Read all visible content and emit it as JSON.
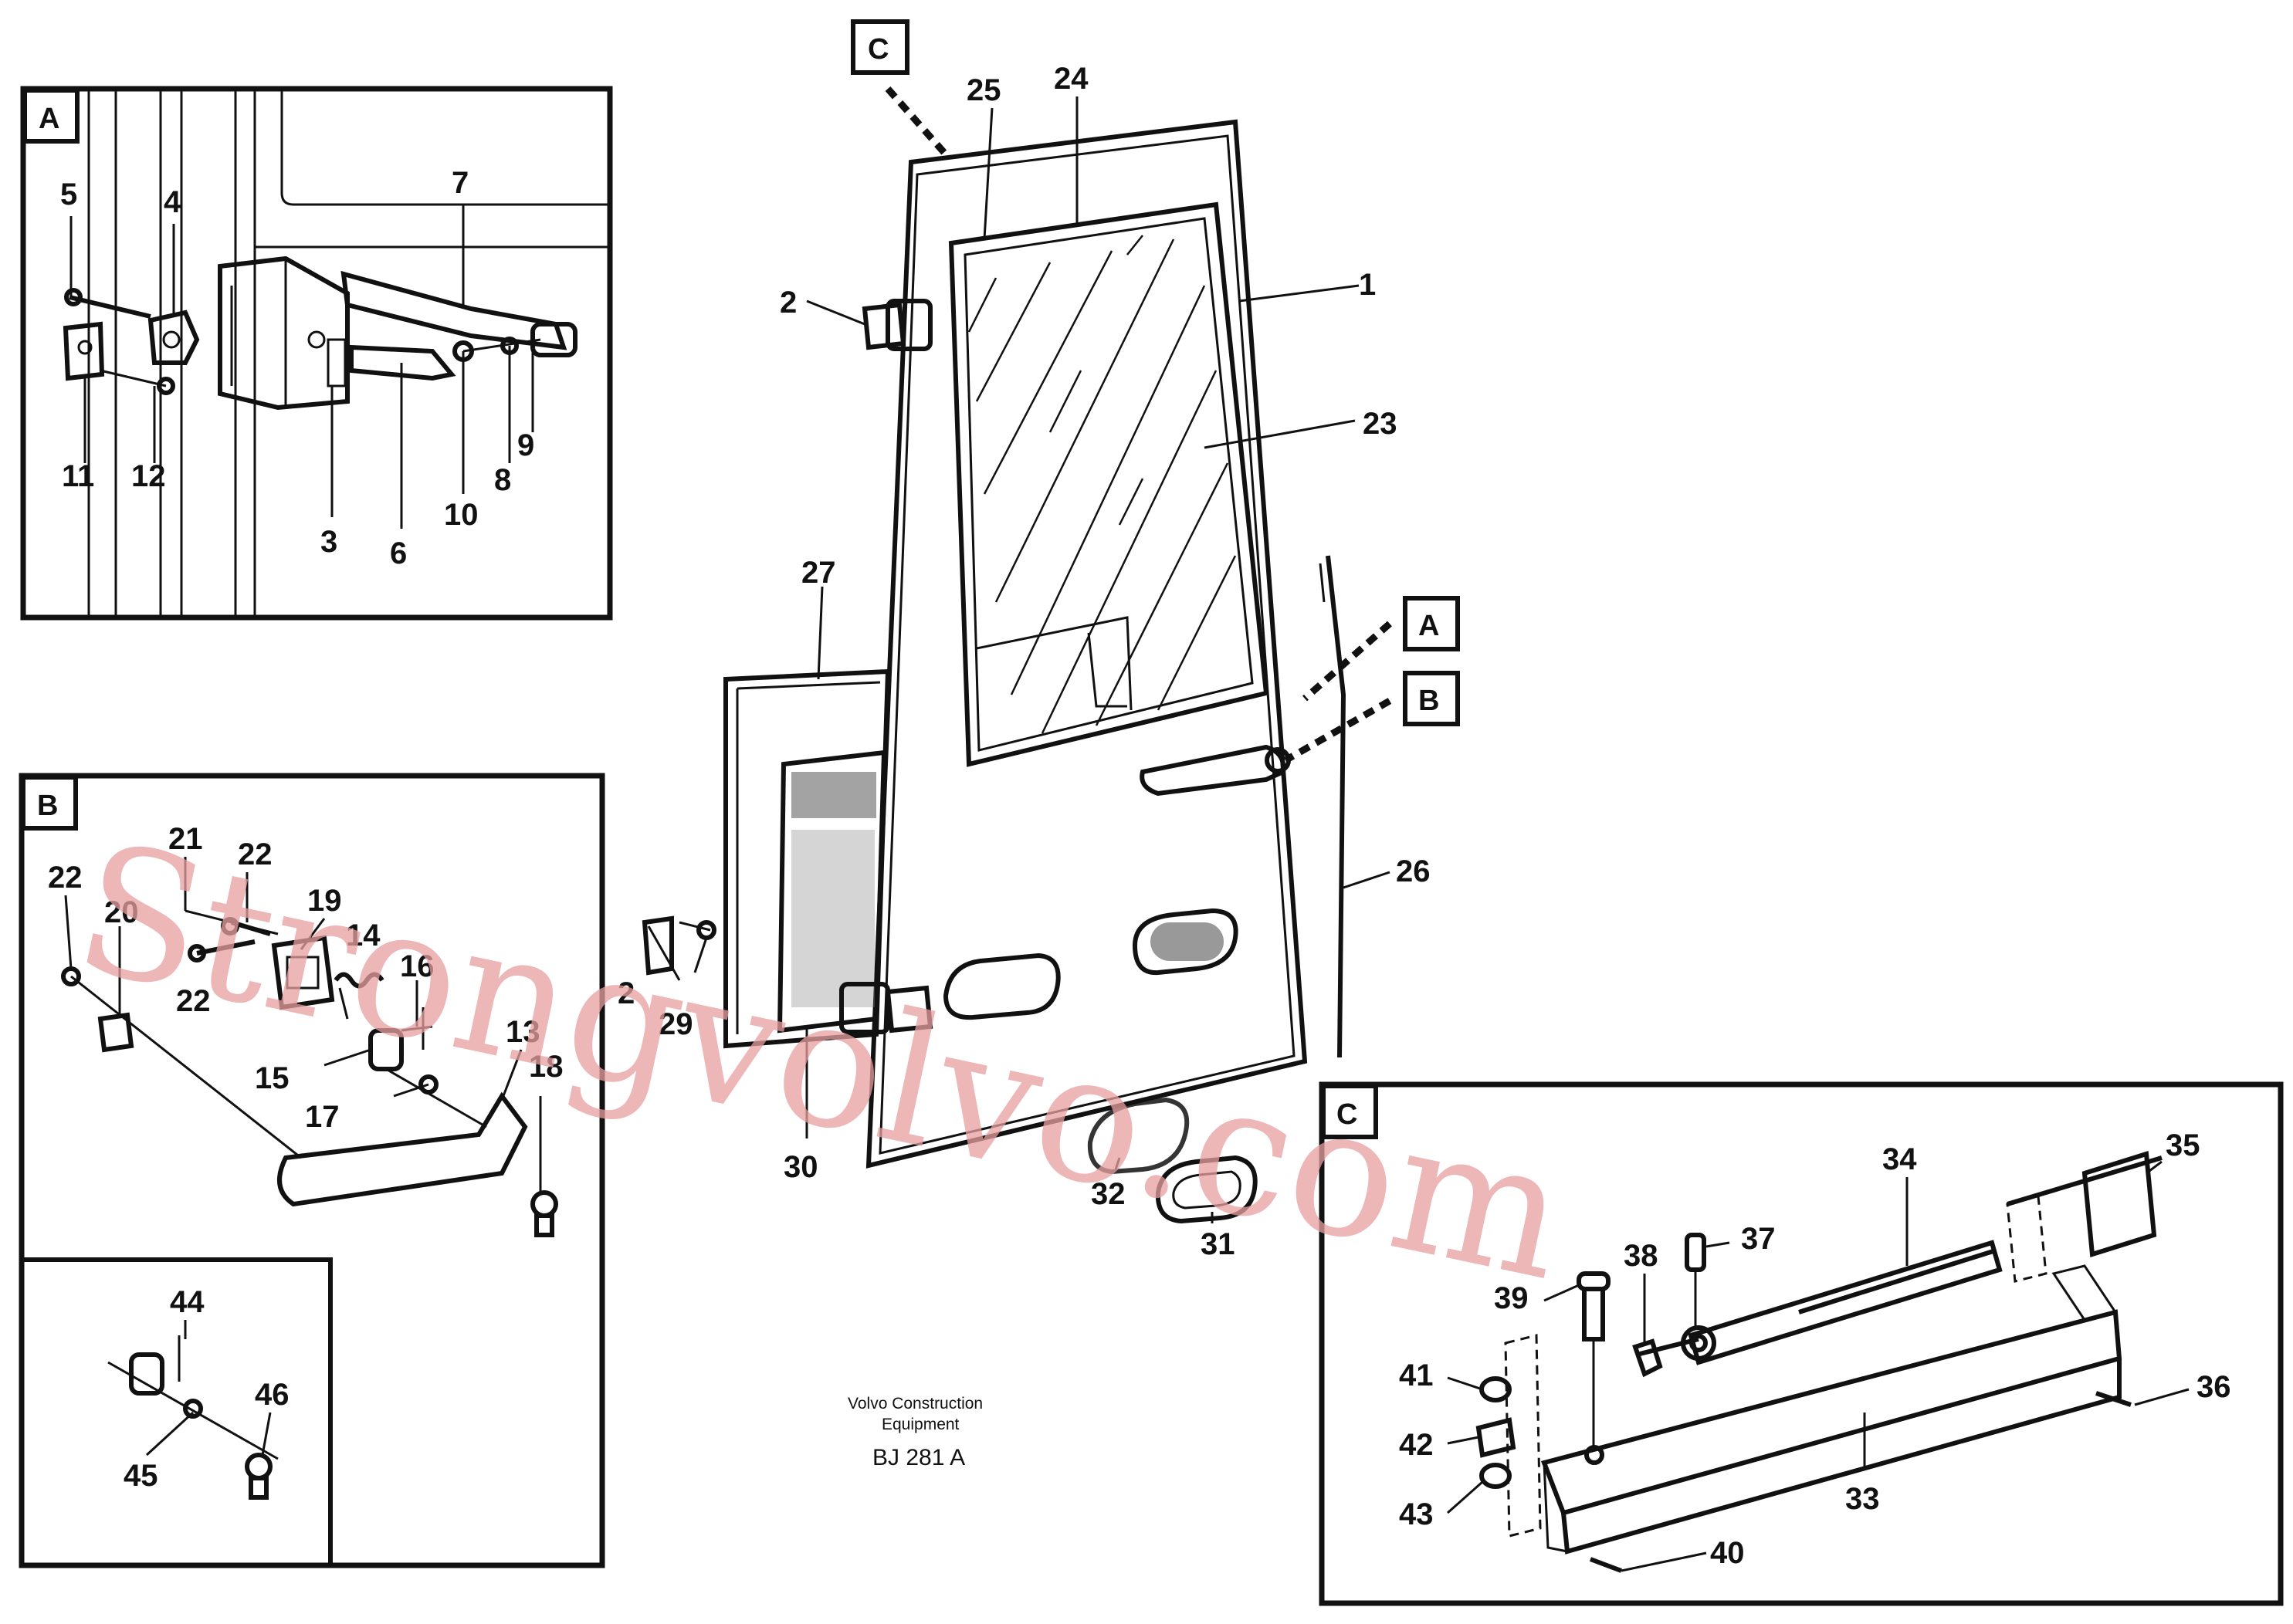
{
  "detail_boxes": {
    "a": "A",
    "b": "B",
    "c": "C"
  },
  "callouts": {
    "c_top": "C",
    "a_side": "A",
    "b_side": "B"
  },
  "part_labels": {
    "p1": "1",
    "p2a": "2",
    "p2b": "2",
    "p3": "3",
    "p4": "4",
    "p5": "5",
    "p6": "6",
    "p7": "7",
    "p8": "8",
    "p9": "9",
    "p10": "10",
    "p11": "11",
    "p12": "12",
    "p13": "13",
    "p14": "14",
    "p15": "15",
    "p16": "16",
    "p17": "17",
    "p18": "18",
    "p19": "19",
    "p20": "20",
    "p21": "21",
    "p22a": "22",
    "p22b": "22",
    "p22c": "22",
    "p23": "23",
    "p24": "24",
    "p25": "25",
    "p26": "26",
    "p27": "27",
    "p29": "29",
    "p30": "30",
    "p31": "31",
    "p32": "32",
    "p33": "33",
    "p34": "34",
    "p35": "35",
    "p36": "36",
    "p37": "37",
    "p38": "38",
    "p39": "39",
    "p40": "40",
    "p41": "41",
    "p42": "42",
    "p43": "43",
    "p44": "44",
    "p45": "45",
    "p46": "46"
  },
  "footer": {
    "company_line1": "Volvo Construction",
    "company_line2": "Equipment",
    "drawing_code": "BJ 281 A"
  },
  "watermark": "Strongvolvo.com",
  "colors": {
    "ink": "#111111",
    "watermark": "#e8a0a0",
    "background": "#ffffff"
  }
}
